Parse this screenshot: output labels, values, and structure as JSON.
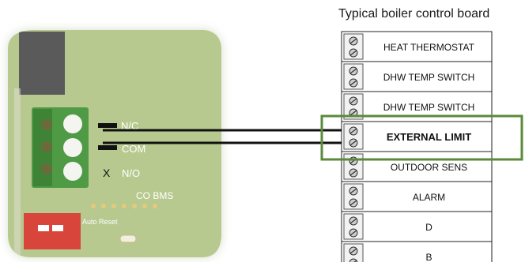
{
  "board_title": "Typical boiler control board",
  "terminal_rows": [
    {
      "label": "HEAT THERMOSTAT",
      "bold": false
    },
    {
      "label": "DHW TEMP SWITCH",
      "bold": false
    },
    {
      "label": "DHW TEMP SWITCH",
      "bold": false
    },
    {
      "label": "EXTERNAL LIMIT",
      "bold": true
    },
    {
      "label": "OUTDOOR SENS",
      "bold": false
    },
    {
      "label": "ALARM",
      "bold": false
    },
    {
      "label": "D",
      "bold": false
    },
    {
      "label": "B",
      "bold": false
    }
  ],
  "module": {
    "terminal_labels": [
      "N/C",
      "COM",
      "N/O"
    ],
    "unused_marker": "X",
    "co_bms_label": "CO BMS",
    "auto_reset_label": "Auto Reset"
  },
  "colors": {
    "highlight_box": "#5a8a3a",
    "pcb_green": "#b8c98f",
    "terminal_block": "#4f9a45",
    "wire": "#111111",
    "relay_dark": "#555555",
    "dip_switch_red": "#d8453a"
  }
}
